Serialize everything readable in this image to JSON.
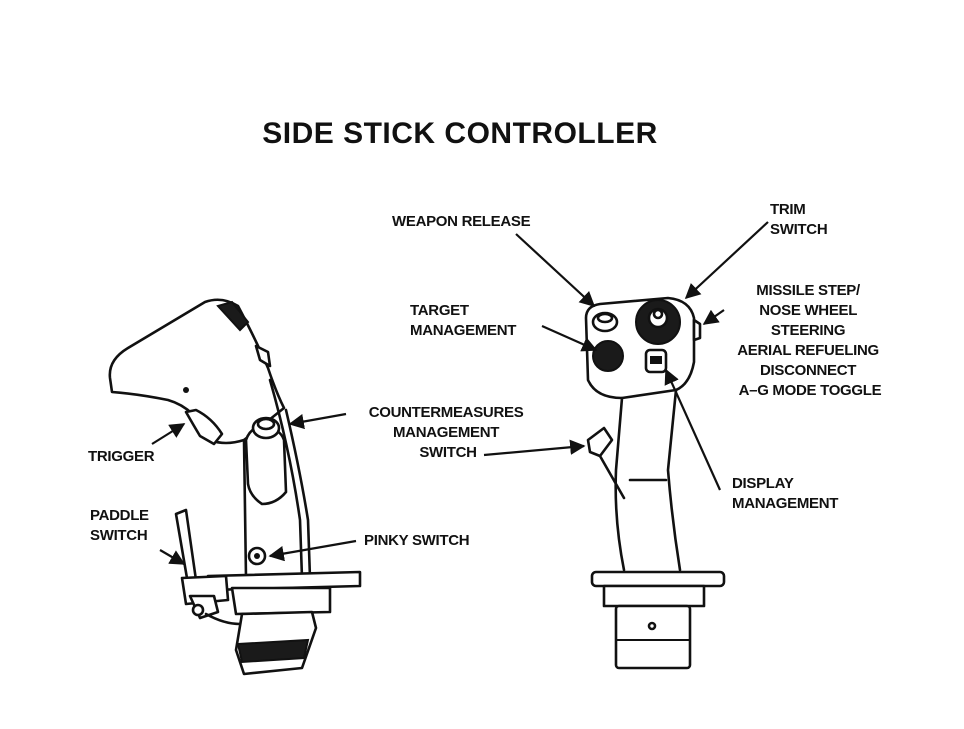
{
  "title": "SIDE STICK CONTROLLER",
  "labels": {
    "trigger": [
      "TRIGGER"
    ],
    "paddle_switch": [
      "PADDLE",
      "SWITCH"
    ],
    "countermeasures": [
      "COUNTERMEASURES",
      "MANAGEMENT",
      "SWITCH"
    ],
    "pinky_switch": [
      "PINKY SWITCH"
    ],
    "weapon_release": [
      "WEAPON RELEASE"
    ],
    "target_management": [
      "TARGET",
      "MANAGEMENT"
    ],
    "trim_switch": [
      "TRIM",
      "SWITCH"
    ],
    "missile_step": [
      "MISSILE STEP/",
      "NOSE WHEEL",
      "STEERING",
      "AERIAL REFUELING",
      "DISCONNECT",
      "A–G MODE TOGGLE"
    ],
    "display_management": [
      "DISPLAY",
      "MANAGEMENT"
    ]
  },
  "colors": {
    "ink": "#111111",
    "background": "#ffffff"
  }
}
